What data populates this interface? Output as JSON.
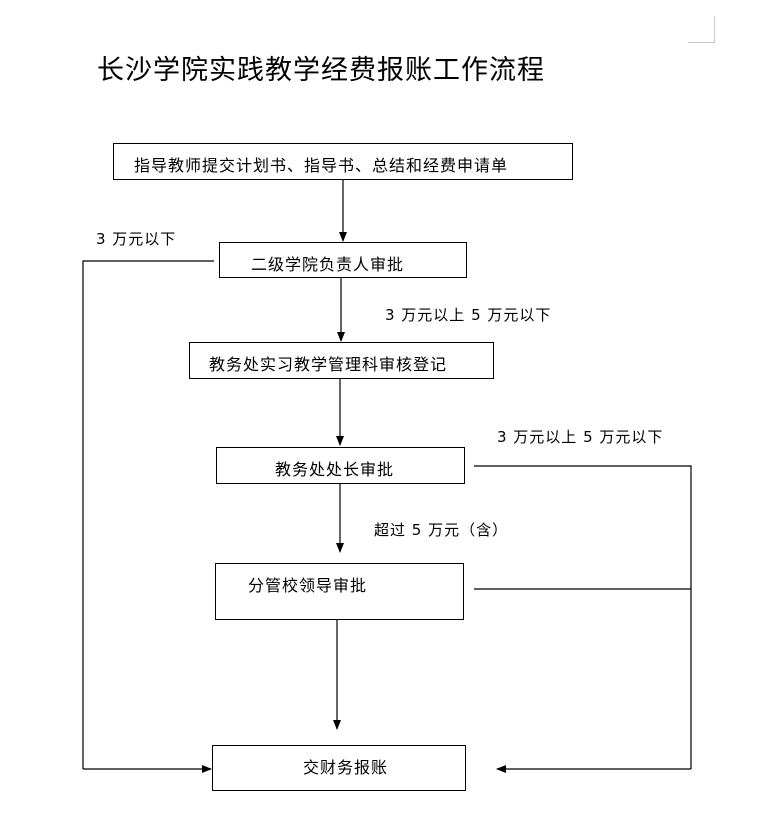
{
  "title": "长沙学院实践教学经费报账工作流程",
  "steps": {
    "submit": "指导教师提交计划书、指导书、总结和经费申请单",
    "college_approval": "二级学院负责人审批",
    "registration": "教务处实习教学管理科审核登记",
    "director_approval": "教务处处长审批",
    "leader_approval": "分管校领导审批",
    "finance": "交财务报账"
  },
  "conditions": {
    "below_3": "3 万元以下",
    "between_3_5_a": "3 万元以上 5 万元以下",
    "between_3_5_b": "3 万元以上 5 万元以下",
    "over_5": "超过 5 万元（含）"
  }
}
